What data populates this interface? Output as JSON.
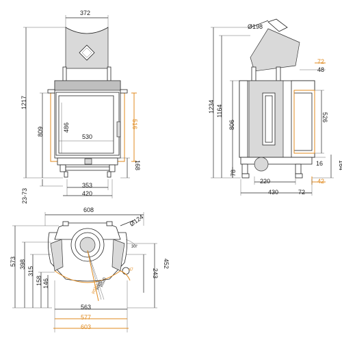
{
  "views": {
    "front": {
      "top_width": "372",
      "overall_height": "1217",
      "door_height": "809",
      "glass_height": "486",
      "glass_width": "530",
      "frame_height": "516",
      "base_height": "168",
      "feet_width": "353",
      "base_width": "420",
      "leg_range": "23-73"
    },
    "side": {
      "flue_diameter": "Ø198",
      "top_offset": "72",
      "top_offset_inner": "48",
      "overall_height": "1234",
      "body_height": "1164",
      "door_height": "806",
      "frame_height": "526",
      "bottom_height": "164",
      "bottom_inner": "16",
      "foot_height": "78",
      "depth_inner": "220",
      "depth": "430",
      "rear_offset": "72",
      "rear_gap": "42"
    },
    "plan": {
      "overall_width": "608",
      "flue_diameter": "Ø124",
      "angle": "30°",
      "angle_small": "47",
      "depth_total": "573",
      "depth_398": "398",
      "depth_315": "315",
      "depth_158": "158",
      "depth_146": "146",
      "side_452": "452",
      "side_243": "243",
      "width_563": "563",
      "width_577": "577",
      "width_603": "603",
      "radius_a": "R520",
      "radius_b": "R496",
      "radius_c": "R510"
    }
  },
  "colors": {
    "line": "#222222",
    "accent": "#e08a1e",
    "fill_gray": "#d9d9d9"
  }
}
